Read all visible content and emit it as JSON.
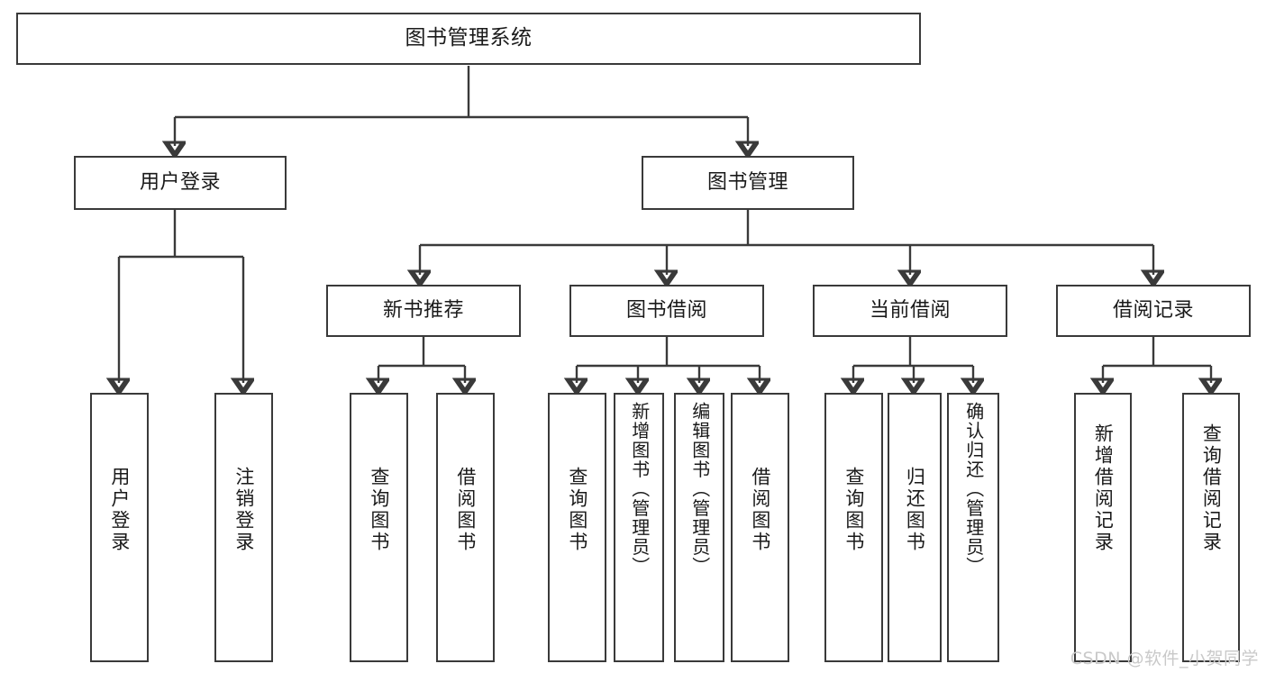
{
  "diagram": {
    "title": "图书管理系统",
    "type": "hierarchy-tree",
    "watermark": "CSDN @软件_小贺同学",
    "colors": {
      "stroke": "#3a3a3a",
      "background": "#ffffff",
      "text": "#1a1a1a",
      "watermark": "#c9c9c9"
    },
    "root": {
      "label": "图书管理系统"
    },
    "level2": [
      {
        "label": "用户登录"
      },
      {
        "label": "图书管理"
      }
    ],
    "level3": [
      {
        "label": "新书推荐"
      },
      {
        "label": "图书借阅"
      },
      {
        "label": "当前借阅"
      },
      {
        "label": "借阅记录"
      }
    ],
    "leaves": [
      {
        "label": "用户登录"
      },
      {
        "label": "注销登录"
      },
      {
        "label": "查询图书"
      },
      {
        "label": "借阅图书"
      },
      {
        "label": "查询图书"
      },
      {
        "label": "新增图书（管理员）"
      },
      {
        "label": "编辑图书（管理员）"
      },
      {
        "label": "借阅图书"
      },
      {
        "label": "查询图书"
      },
      {
        "label": "归还图书"
      },
      {
        "label": "确认归还（管理员）"
      },
      {
        "label": "新增借阅记录"
      },
      {
        "label": "查询借阅记录"
      }
    ]
  }
}
